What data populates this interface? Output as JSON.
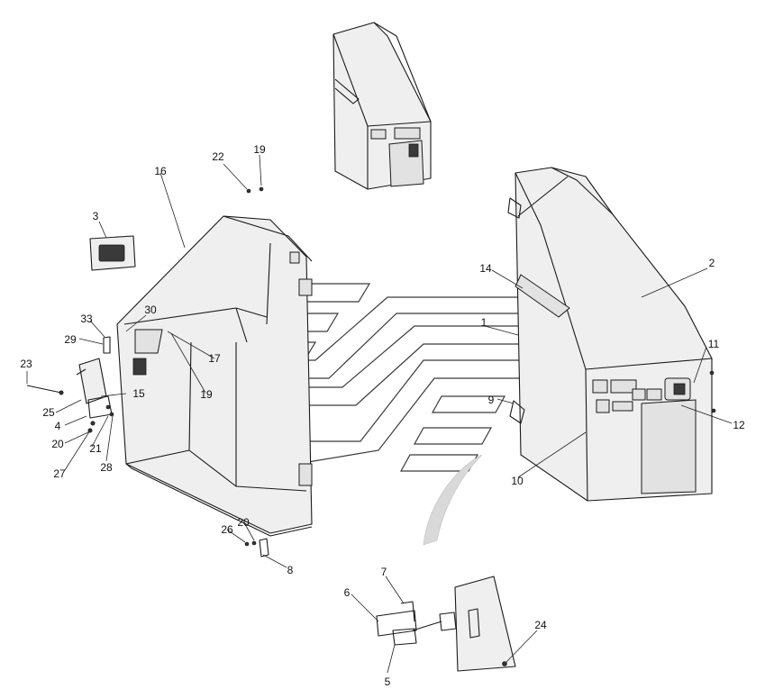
{
  "diagram": {
    "callouts": [
      "1",
      "2",
      "3",
      "4",
      "5",
      "6",
      "7",
      "8",
      "9",
      "10",
      "11",
      "12",
      "14",
      "15",
      "16",
      "17",
      "19",
      "19",
      "20",
      "20",
      "21",
      "22",
      "23",
      "24",
      "25",
      "26",
      "27",
      "28",
      "29",
      "30",
      "33"
    ]
  }
}
